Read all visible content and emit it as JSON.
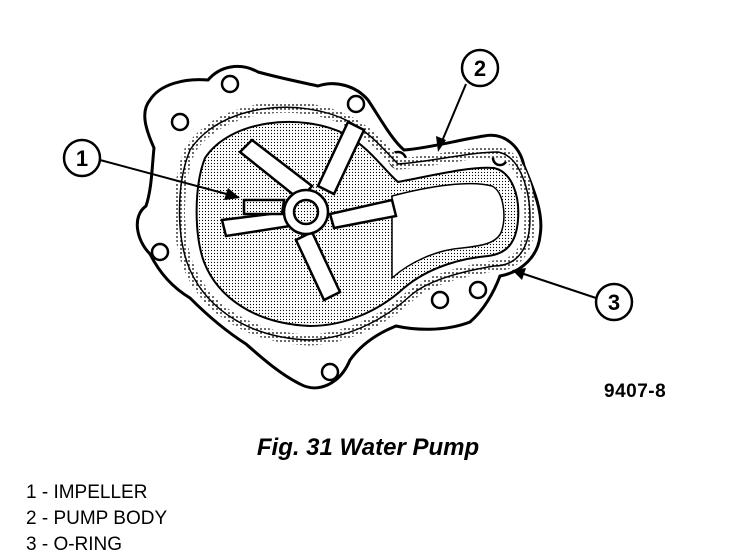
{
  "figure": {
    "reference_code": "9407-8",
    "caption": "Fig. 31 Water Pump"
  },
  "callouts": [
    {
      "number": "1"
    },
    {
      "number": "2"
    },
    {
      "number": "3"
    }
  ],
  "legend": [
    {
      "text": "1 - IMPELLER"
    },
    {
      "text": "2 - PUMP BODY"
    },
    {
      "text": "3 - O-RING"
    }
  ]
}
